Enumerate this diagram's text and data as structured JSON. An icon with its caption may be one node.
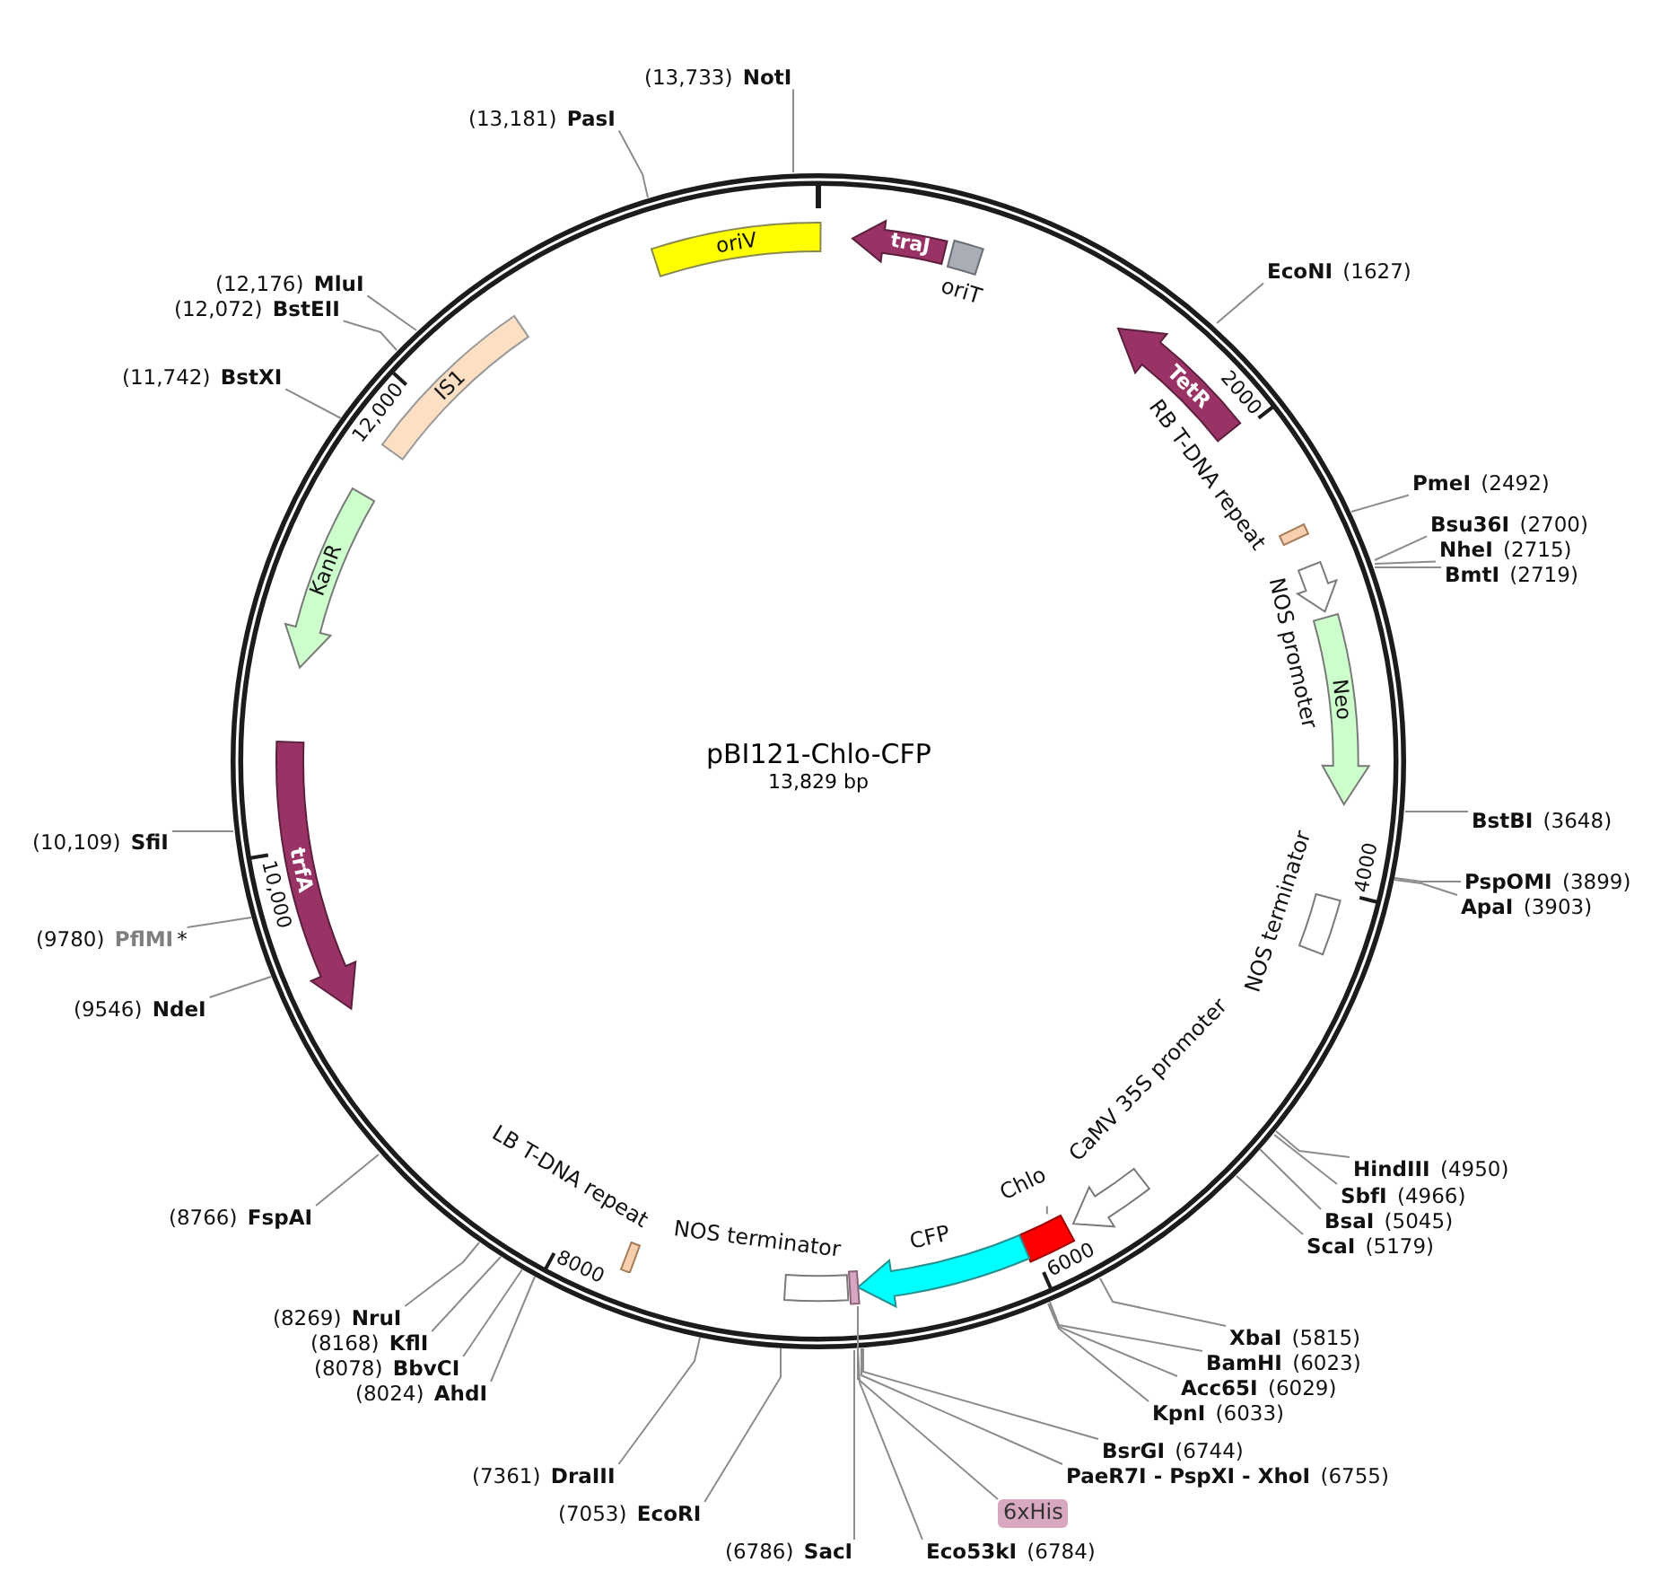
{
  "diagram": {
    "nodes": [
      {
        "text": [
          "pBI121-Chlo-CFP",
          "13,829 bp"
        ]
      },
      {
        "text": [
          "oriV"
        ],
        "in": 0
      },
      {
        "text": [
          "traJ"
        ],
        "in": 0
      },
      {
        "text": [
          "oriT"
        ],
        "in": 0
      },
      {
        "text": [
          "TetR"
        ],
        "in": 0
      },
      {
        "text": [
          "RB T-DNA repeat"
        ],
        "in": 0
      },
      {
        "text": [
          "NOS promoter"
        ],
        "in": 0
      },
      {
        "text": [
          "Neo"
        ],
        "in": 0
      },
      {
        "text": [
          "NOS terminator"
        ],
        "in": 0
      },
      {
        "text": [
          "CaMV 35S promoter"
        ],
        "in": 0
      },
      {
        "text": [
          "Chlo"
        ],
        "in": 0
      },
      {
        "text": [],
        "shape": "box",
        "in": 0
      },
      {
        "text": [
          "CFP"
        ],
        "in": 0
      },
      {
        "text": [],
        "shape": "box",
        "in": 0
      },
      {
        "text": [
          "NOS terminator"
        ],
        "in": 0
      },
      {
        "text": [
          "LB T-DNA repeat"
        ],
        "in": 0
      },
      {
        "text": [
          "trfA"
        ],
        "in": 0
      },
      {
        "text": [
          "KanR"
        ],
        "in": 0
      },
      {
        "text": [
          "IS1"
        ],
        "in": 0
      },
      {
        "text": [
          "**EcoNI** (1627)"
        ]
      },
      {
        "text": [
          "**PmeI** (2492)"
        ]
      },
      {
        "text": [
          "**Bsu36I** (2700)"
        ]
      },
      {
        "text": [
          "**NheI** (2715)"
        ]
      },
      {
        "text": [
          "**BmtI** (2719)"
        ]
      },
      {
        "text": [
          "**BstBI** (3648)"
        ]
      },
      {
        "text": [
          "**PspOMI** (3899)"
        ]
      },
      {
        "text": [
          "**ApaI** (3903)"
        ]
      },
      {
        "text": [
          "**HindIII** (4950)"
        ]
      },
      {
        "text": [
          "**SbfI** (4966)"
        ]
      },
      {
        "text": [
          "**BsaI** (5045)"
        ]
      },
      {
        "text": [
          "**ScaI** (5179)"
        ]
      },
      {
        "text": [
          "**XbaI** (5815)"
        ]
      },
      {
        "text": [
          "**BamHI** (6023)"
        ]
      },
      {
        "text": [
          "**Acc65I** (6029)"
        ]
      },
      {
        "text": [
          "**KpnI** (6033)"
        ]
      },
      {
        "text": [
          "**BsrGI** (6744)"
        ]
      },
      {
        "text": [
          "**PaeR7I - PspXI - XhoI** (6755)"
        ]
      },
      {
        "text": [
          "6xHis"
        ]
      },
      {
        "text": [
          "**Eco53kI** (6784)"
        ]
      },
      {
        "text": [
          "(6786) **SacI**"
        ]
      },
      {
        "text": [
          "(7053) **EcoRI**"
        ]
      },
      {
        "text": [
          "(7361) **DraIII**"
        ]
      },
      {
        "text": [
          "(8024) **AhdI**"
        ]
      },
      {
        "text": [
          "(8078) **BbvCI**"
        ]
      },
      {
        "text": [
          "(8168) **KflI**"
        ]
      },
      {
        "text": [
          "(8269) **NruI**"
        ]
      },
      {
        "text": [
          "(8766) **FspAI**"
        ]
      },
      {
        "text": [
          "(9546) **NdeI**"
        ]
      },
      {
        "text": [
          "(9780) **PflMI***"
        ]
      },
      {
        "text": [
          "(10,109) **SfiI**"
        ]
      },
      {
        "text": [
          "(11,742) **BstXI**"
        ]
      },
      {
        "text": [
          "(12,072) **BstEII**"
        ]
      },
      {
        "text": [
          "(12,176) **MluI**"
        ]
      },
      {
        "text": [
          "(13,181) **PasI**"
        ]
      },
      {
        "text": [
          "(13,733) **NotI**"
        ]
      }
    ],
    "edges": [
      {
        "from": 10,
        "to": 11,
        "arrow": "none"
      },
      {
        "from": 19,
        "to": 0,
        "arrow": "none"
      },
      {
        "from": 20,
        "to": 0,
        "arrow": "none"
      },
      {
        "from": 21,
        "to": 0,
        "arrow": "none"
      },
      {
        "from": 22,
        "to": 0,
        "arrow": "none"
      },
      {
        "from": 23,
        "to": 0,
        "arrow": "none"
      },
      {
        "from": 24,
        "to": 0,
        "arrow": "none"
      },
      {
        "from": 25,
        "to": 0,
        "arrow": "none"
      },
      {
        "from": 26,
        "to": 0,
        "arrow": "none"
      },
      {
        "from": 27,
        "to": 0,
        "arrow": "none"
      },
      {
        "from": 28,
        "to": 0,
        "arrow": "none"
      },
      {
        "from": 29,
        "to": 0,
        "arrow": "none"
      },
      {
        "from": 30,
        "to": 0,
        "arrow": "none"
      },
      {
        "from": 31,
        "to": 0,
        "arrow": "none"
      },
      {
        "from": 32,
        "to": 0,
        "arrow": "none"
      },
      {
        "from": 33,
        "to": 0,
        "arrow": "none"
      },
      {
        "from": 34,
        "to": 0,
        "arrow": "none"
      },
      {
        "from": 35,
        "to": 0,
        "arrow": "none"
      },
      {
        "from": 36,
        "to": 0,
        "arrow": "none"
      },
      {
        "from": 37,
        "to": 13,
        "arrow": "none"
      },
      {
        "from": 38,
        "to": 0,
        "arrow": "none"
      },
      {
        "from": 39,
        "to": 0,
        "arrow": "none"
      },
      {
        "from": 40,
        "to": 0,
        "arrow": "none"
      },
      {
        "from": 41,
        "to": 0,
        "arrow": "none"
      },
      {
        "from": 42,
        "to": 0,
        "arrow": "none"
      },
      {
        "from": 43,
        "to": 0,
        "arrow": "none"
      },
      {
        "from": 44,
        "to": 0,
        "arrow": "none"
      },
      {
        "from": 45,
        "to": 0,
        "arrow": "none"
      },
      {
        "from": 46,
        "to": 0,
        "arrow": "none"
      },
      {
        "from": 47,
        "to": 0,
        "arrow": "none"
      },
      {
        "from": 48,
        "to": 0,
        "arrow": "none"
      },
      {
        "from": 49,
        "to": 0,
        "arrow": "none"
      },
      {
        "from": 50,
        "to": 0,
        "arrow": "none"
      },
      {
        "from": 51,
        "to": 0,
        "arrow": "none"
      },
      {
        "from": 52,
        "to": 0,
        "arrow": "none"
      },
      {
        "from": 53,
        "to": 0,
        "arrow": "none"
      },
      {
        "from": 54,
        "to": 0,
        "arrow": "none"
      }
    ],
    "labels": [
      "2000",
      "4000",
      "6000",
      "8000",
      "10,000",
      "12,000"
    ]
  }
}
